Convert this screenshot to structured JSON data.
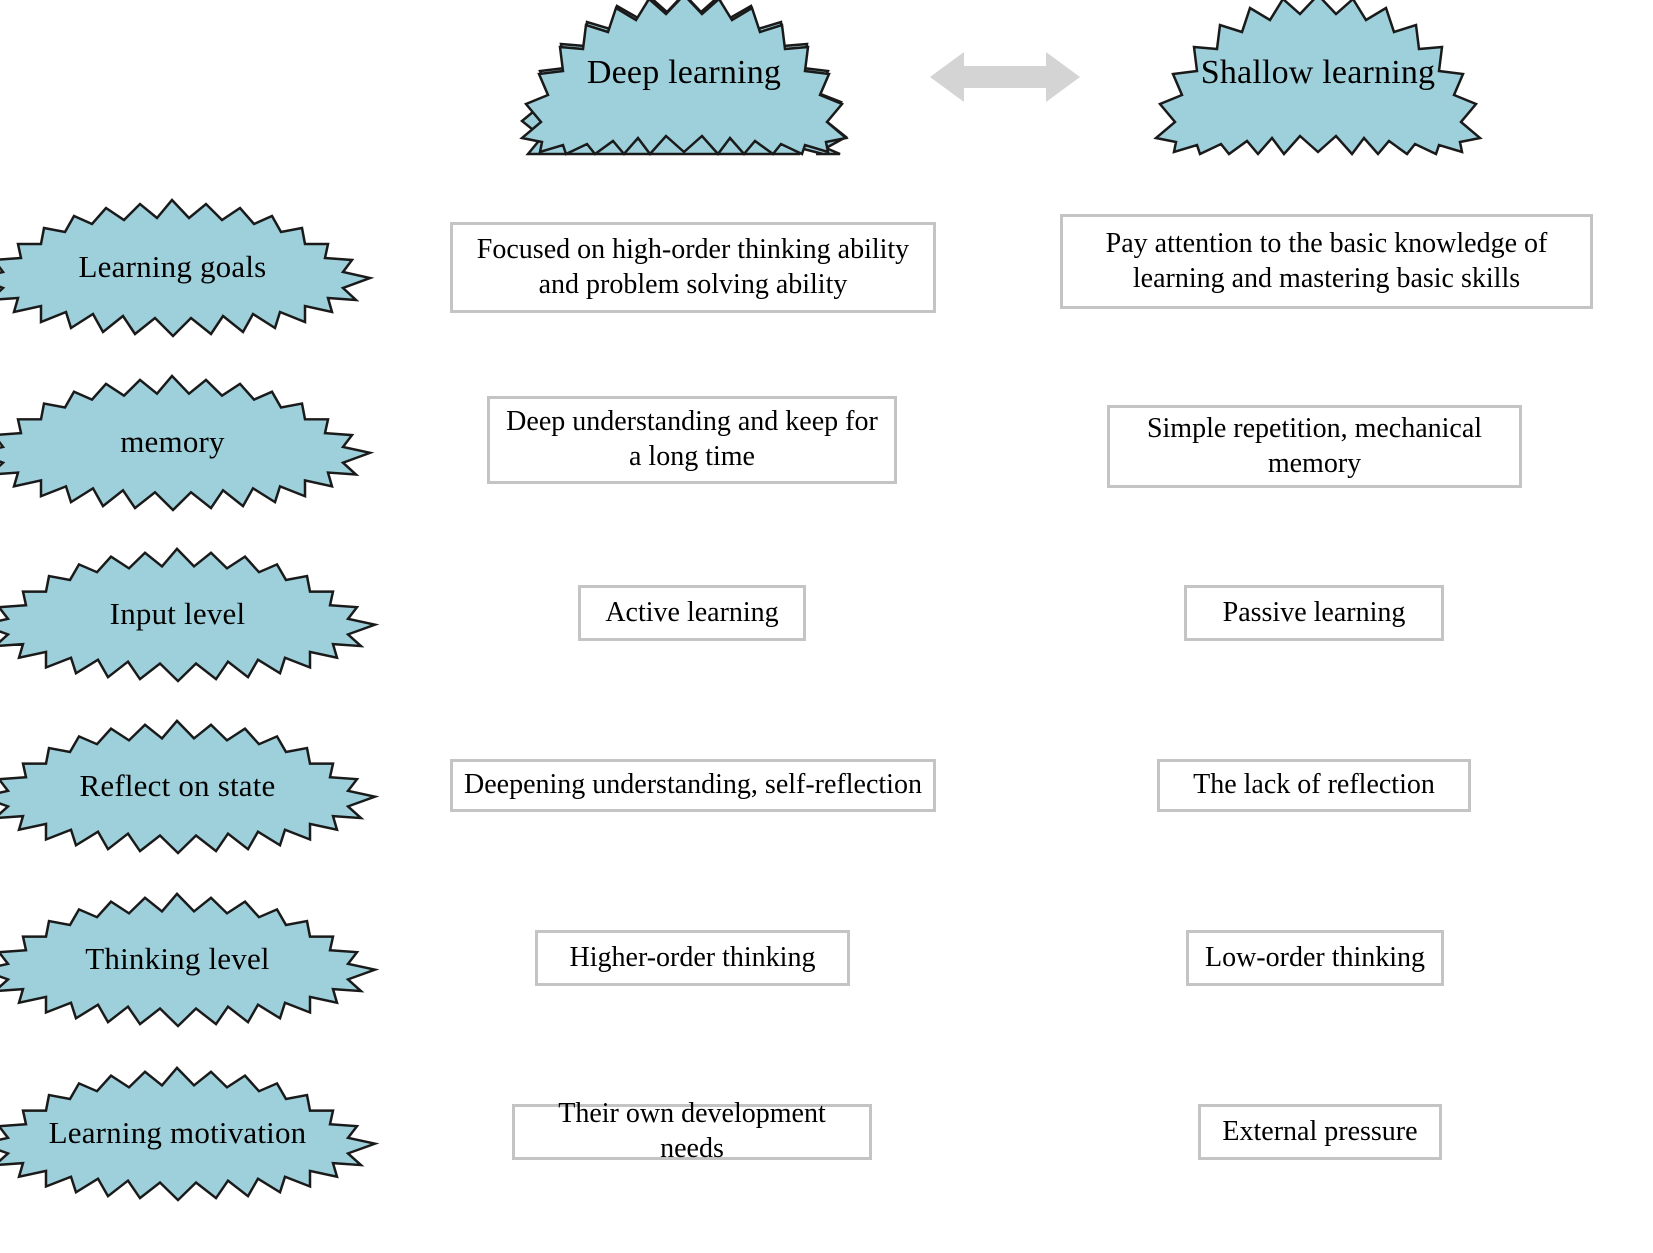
{
  "diagram": {
    "title_left": "Deep learning",
    "title_right": "Shallow learning",
    "arrow_name": "double-headed-arrow",
    "colors": {
      "burst_fill": "#9ed0db",
      "burst_stroke": "#1a1a1a",
      "box_border": "#c4c4c4",
      "box_fill": "#ffffff",
      "arrow_fill": "#d4d4d4",
      "text": "#000000",
      "background": "#ffffff"
    },
    "columns": [
      {
        "key": "deep",
        "label": "Deep learning"
      },
      {
        "key": "shallow",
        "label": "Shallow learning"
      }
    ],
    "rows": [
      {
        "dimension": "Learning goals",
        "deep": "Focused on high-order thinking ability and problem solving ability",
        "shallow": "Pay attention to the basic knowledge of learning and mastering basic skills"
      },
      {
        "dimension": "memory",
        "deep": "Deep understanding and keep for a long time",
        "shallow": "Simple repetition, mechanical memory"
      },
      {
        "dimension": "Input level",
        "deep": "Active learning",
        "shallow": "Passive learning"
      },
      {
        "dimension": "Reflect on state",
        "deep": "Deepening understanding, self-reflection",
        "shallow": "The lack of reflection"
      },
      {
        "dimension": "Thinking level",
        "deep": "Higher-order thinking",
        "shallow": "Low-order thinking"
      },
      {
        "dimension": "Learning motivation",
        "deep": "Their own development needs",
        "shallow": "External pressure"
      }
    ]
  }
}
